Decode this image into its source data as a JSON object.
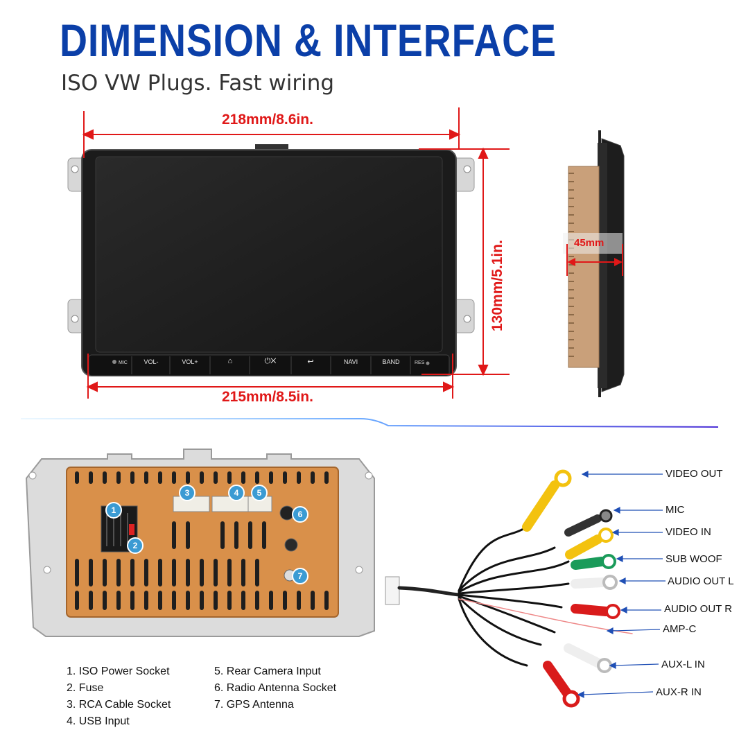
{
  "header": {
    "title": "DIMENSION & INTERFACE",
    "subtitle": "ISO VW Plugs. Fast wiring"
  },
  "dimensions": {
    "width_top": "218mm/8.6in.",
    "width_bottom": "215mm/8.5in.",
    "height": "130mm/5.1in.",
    "depth": "45mm"
  },
  "front_panel": {
    "mic_label": "MIC",
    "res_label": "RES",
    "buttons": [
      "VOL-",
      "VOL+",
      "home-icon",
      "power-mute-icon",
      "back-icon",
      "NAVI",
      "BAND"
    ]
  },
  "legend": {
    "left": [
      "1. ISO Power Socket",
      "2. Fuse",
      "3. RCA Cable Socket",
      "4. USB Input"
    ],
    "right": [
      "5. Rear Camera Input",
      "6. Radio Antenna Socket",
      "7. GPS Antenna"
    ]
  },
  "markers": [
    "1",
    "2",
    "3",
    "4",
    "5",
    "6",
    "7"
  ],
  "cable_labels": [
    "VIDEO OUT",
    "MIC",
    "VIDEO IN",
    "SUB WOOF",
    "AUDIO OUT L",
    "AUDIO OUT R",
    "AMP-C",
    "AUX-L IN",
    "AUX-R IN"
  ],
  "colors": {
    "title_blue": "#0b3fa8",
    "dimension_red": "#e01818",
    "marker_blue": "#3b9bd3",
    "board_orange": "#d9904a",
    "depth_tan": "#c9a07a"
  }
}
